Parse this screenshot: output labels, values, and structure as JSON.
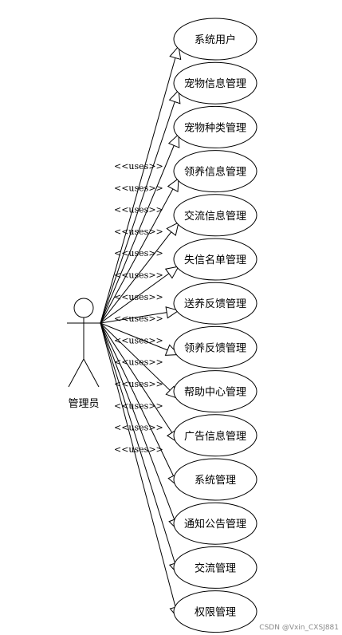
{
  "actor": {
    "name": "管理员"
  },
  "use_cases": [
    {
      "label": "系统用户"
    },
    {
      "label": "宠物信息管理"
    },
    {
      "label": "宠物种类管理"
    },
    {
      "label": "领养信息管理"
    },
    {
      "label": "交流信息管理"
    },
    {
      "label": "失信名单管理"
    },
    {
      "label": "送养反馈管理"
    },
    {
      "label": "领养反馈管理"
    },
    {
      "label": "帮助中心管理"
    },
    {
      "label": "广告信息管理"
    },
    {
      "label": "系统管理"
    },
    {
      "label": "通知公告管理"
    },
    {
      "label": "交流管理"
    },
    {
      "label": "权限管理"
    }
  ],
  "stereotype": "<<uses>>",
  "watermark": "CSDN @Vxin_CXSJ881"
}
